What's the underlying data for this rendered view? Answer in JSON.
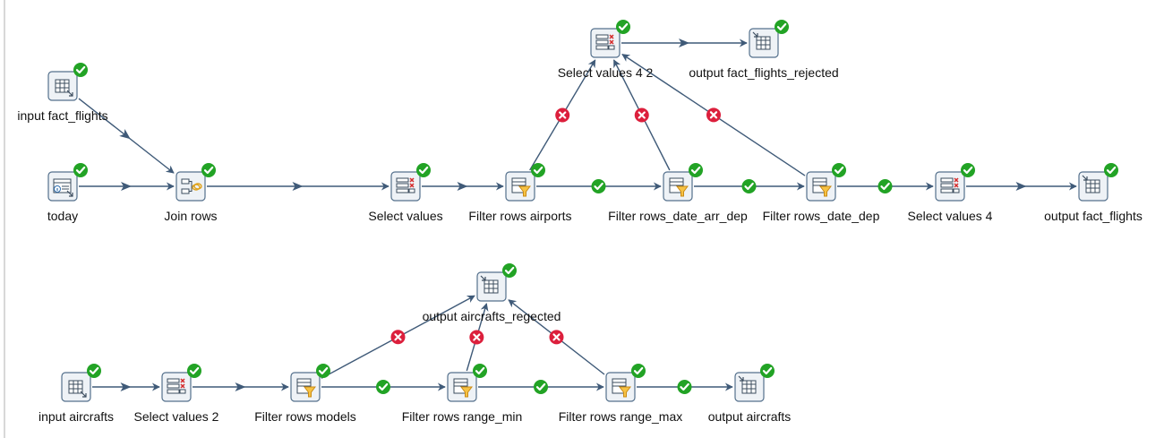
{
  "colors": {
    "hop": "#3f5a78",
    "ok_badge": "#22a325",
    "error_badge": "#dc1f3c",
    "step_border": "#54708c",
    "step_fill": "#eef2f6"
  },
  "steps": [
    {
      "id": "input_fact_flights",
      "label": "input fact_flights",
      "icon": "table-input-icon"
    },
    {
      "id": "today",
      "label": "today",
      "icon": "system-info-icon"
    },
    {
      "id": "join_rows",
      "label": "Join rows",
      "icon": "join-rows-icon"
    },
    {
      "id": "select_values",
      "label": "Select values",
      "icon": "select-values-icon"
    },
    {
      "id": "filter_rows_airports",
      "label": "Filter rows airports",
      "icon": "filter-rows-icon"
    },
    {
      "id": "filter_rows_date_arr_dep",
      "label": "Filter rows_date_arr_dep",
      "icon": "filter-rows-icon"
    },
    {
      "id": "filter_rows_date_dep",
      "label": "Filter rows_date_dep",
      "icon": "filter-rows-icon"
    },
    {
      "id": "select_values_4",
      "label": "Select values 4",
      "icon": "select-values-icon"
    },
    {
      "id": "output_fact_flights",
      "label": "output fact_flights",
      "icon": "table-output-icon"
    },
    {
      "id": "select_values_4_2",
      "label": "Select values 4 2",
      "icon": "select-values-icon"
    },
    {
      "id": "output_fact_flights_rejected",
      "label": "output fact_flights_rejected",
      "icon": "table-output-icon"
    },
    {
      "id": "input_aircrafts",
      "label": "input aircrafts",
      "icon": "table-input-icon"
    },
    {
      "id": "select_values_2",
      "label": "Select values 2",
      "icon": "select-values-icon"
    },
    {
      "id": "filter_rows_models",
      "label": "Filter rows models",
      "icon": "filter-rows-icon"
    },
    {
      "id": "filter_rows_range_min",
      "label": "Filter rows range_min",
      "icon": "filter-rows-icon"
    },
    {
      "id": "filter_rows_range_max",
      "label": "Filter rows range_max",
      "icon": "filter-rows-icon"
    },
    {
      "id": "output_aircrafts",
      "label": "output aircrafts",
      "icon": "table-output-icon"
    },
    {
      "id": "output_aircrafts_regected",
      "label": "output aircrafts_regected",
      "icon": "table-output-icon"
    }
  ],
  "hops": [
    {
      "from": "input_fact_flights",
      "to": "join_rows",
      "type": "normal"
    },
    {
      "from": "today",
      "to": "join_rows",
      "type": "normal"
    },
    {
      "from": "join_rows",
      "to": "select_values",
      "type": "normal"
    },
    {
      "from": "select_values",
      "to": "filter_rows_airports",
      "type": "normal"
    },
    {
      "from": "filter_rows_airports",
      "to": "filter_rows_date_arr_dep",
      "type": "true"
    },
    {
      "from": "filter_rows_date_arr_dep",
      "to": "filter_rows_date_dep",
      "type": "true"
    },
    {
      "from": "filter_rows_date_dep",
      "to": "select_values_4",
      "type": "true"
    },
    {
      "from": "select_values_4",
      "to": "output_fact_flights",
      "type": "normal"
    },
    {
      "from": "filter_rows_airports",
      "to": "select_values_4_2",
      "type": "false"
    },
    {
      "from": "filter_rows_date_arr_dep",
      "to": "select_values_4_2",
      "type": "false"
    },
    {
      "from": "filter_rows_date_dep",
      "to": "select_values_4_2",
      "type": "false"
    },
    {
      "from": "select_values_4_2",
      "to": "output_fact_flights_rejected",
      "type": "normal"
    },
    {
      "from": "input_aircrafts",
      "to": "select_values_2",
      "type": "normal"
    },
    {
      "from": "select_values_2",
      "to": "filter_rows_models",
      "type": "normal"
    },
    {
      "from": "filter_rows_models",
      "to": "filter_rows_range_min",
      "type": "true"
    },
    {
      "from": "filter_rows_range_min",
      "to": "filter_rows_range_max",
      "type": "true"
    },
    {
      "from": "filter_rows_range_max",
      "to": "output_aircrafts",
      "type": "true"
    },
    {
      "from": "filter_rows_models",
      "to": "output_aircrafts_regected",
      "type": "false"
    },
    {
      "from": "filter_rows_range_min",
      "to": "output_aircrafts_regected",
      "type": "false"
    },
    {
      "from": "filter_rows_range_max",
      "to": "output_aircrafts_regected",
      "type": "false"
    }
  ]
}
